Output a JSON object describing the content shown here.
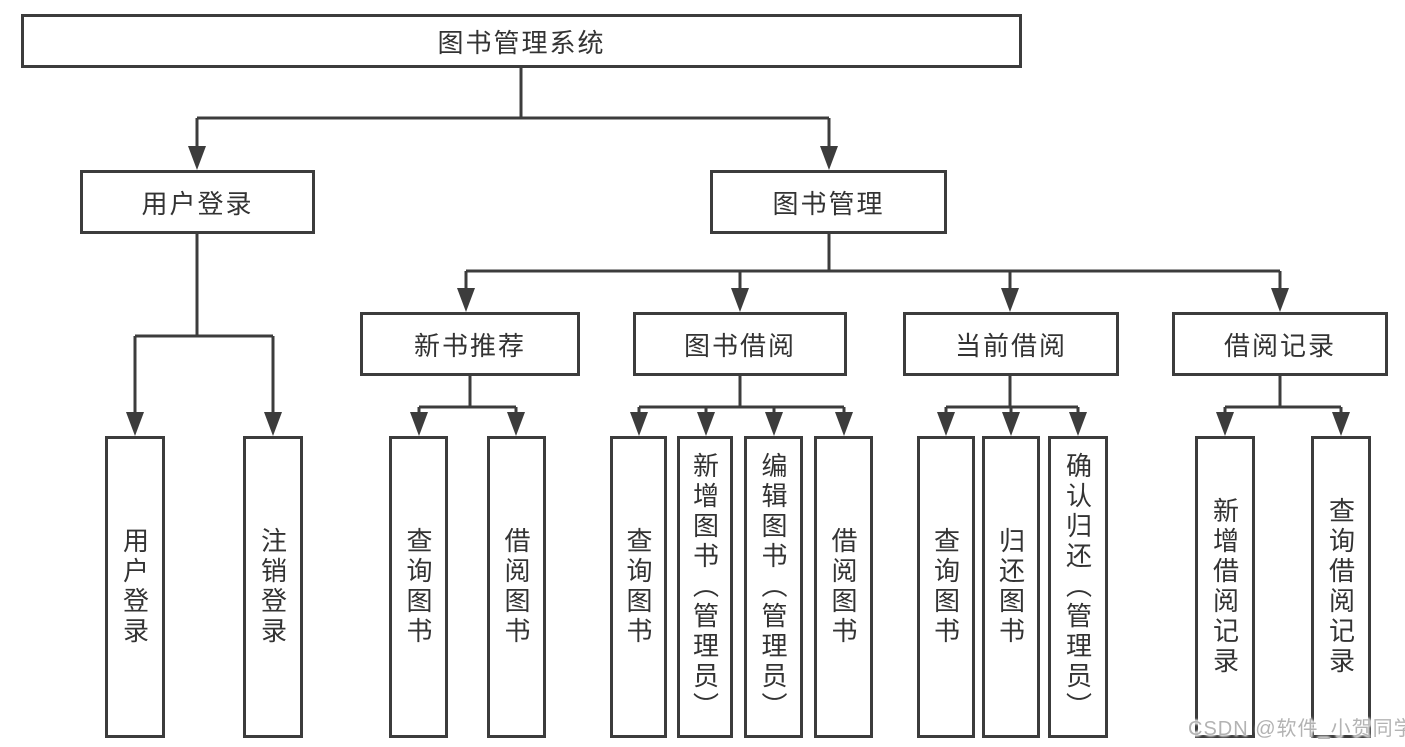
{
  "tree": {
    "label": "图书管理系统",
    "children": [
      {
        "label": "用户登录",
        "children": [
          {
            "label": "用户登录"
          },
          {
            "label": "注销登录"
          }
        ]
      },
      {
        "label": "图书管理",
        "children": [
          {
            "label": "新书推荐",
            "children": [
              {
                "label": "查询图书"
              },
              {
                "label": "借阅图书"
              }
            ]
          },
          {
            "label": "图书借阅",
            "children": [
              {
                "label": "查询图书"
              },
              {
                "label": "新增图书（管理员）"
              },
              {
                "label": "编辑图书（管理员）"
              },
              {
                "label": "借阅图书"
              }
            ]
          },
          {
            "label": "当前借阅",
            "children": [
              {
                "label": "查询图书"
              },
              {
                "label": "归还图书"
              },
              {
                "label": "确认归还（管理员）"
              }
            ]
          },
          {
            "label": "借阅记录",
            "children": [
              {
                "label": "新增借阅记录"
              },
              {
                "label": "查询借阅记录"
              }
            ]
          }
        ]
      }
    ]
  },
  "watermark": "CSDN @软件_小贺同学",
  "colors": {
    "line": "#3c3c3c",
    "box_border": "#3c3c3c",
    "text": "#333333",
    "background": "#ffffff",
    "watermark": "#b3b3b3"
  }
}
